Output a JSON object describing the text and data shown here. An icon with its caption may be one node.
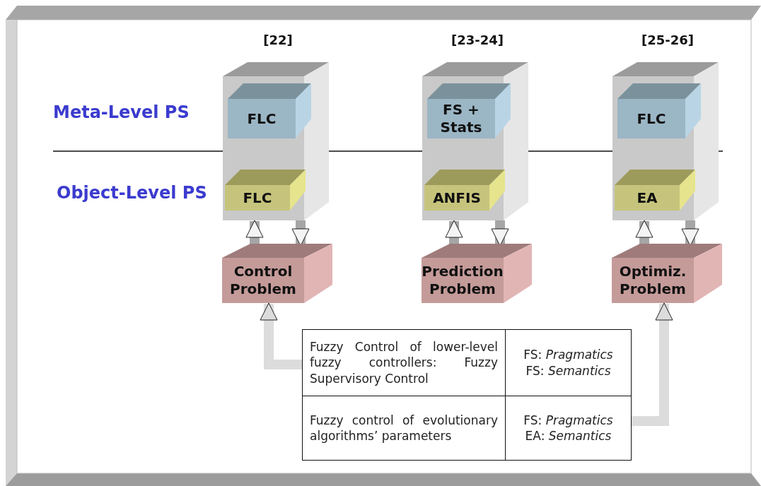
{
  "diagram": {
    "nodes": [
      {
        "text": [],
        "shape": "box",
        "beside": [
          "[22]"
        ]
      },
      {
        "text": [
          "FLC"
        ],
        "in": 0
      },
      {
        "text": [
          "FLC"
        ],
        "in": 0
      },
      {
        "text": [
          "Control Problem"
        ]
      },
      {
        "text": [],
        "shape": "box",
        "beside": [
          "[23-24]"
        ]
      },
      {
        "text": [
          "FS + Stats"
        ],
        "in": 4
      },
      {
        "text": [
          "ANFIS"
        ],
        "in": 4
      },
      {
        "text": [
          "Prediction Problem"
        ]
      },
      {
        "text": [],
        "shape": "box",
        "beside": [
          "[25-26]"
        ]
      },
      {
        "text": [
          "FLC"
        ],
        "in": 8
      },
      {
        "text": [
          "EA"
        ],
        "in": 8
      },
      {
        "text": [
          "Optimiz. Problem"
        ]
      },
      {
        "text": [
          "Fuzzy Control of lower-level fuzzy controllers: Fuzzy Supervisory Control"
        ]
      },
      {
        "text": [
          "FS: *Pragmatics*",
          "FS: *Semantics*"
        ]
      },
      {
        "text": [
          "Fuzzy control of evolutionary algorithms’ parameters"
        ]
      },
      {
        "text": [
          "FS: *Pragmatics*",
          "EA: *Semantics*"
        ]
      }
    ],
    "edges": [
      {
        "from": 3,
        "to": 0,
        "arrow": "to"
      },
      {
        "from": 0,
        "to": 3,
        "arrow": "to"
      },
      {
        "from": 7,
        "to": 4,
        "arrow": "to"
      },
      {
        "from": 4,
        "to": 7,
        "arrow": "to"
      },
      {
        "from": 11,
        "to": 8,
        "arrow": "to"
      },
      {
        "from": 8,
        "to": 11,
        "arrow": "to"
      },
      {
        "from": 12,
        "to": 3,
        "arrow": "to"
      },
      {
        "from": 15,
        "to": 11,
        "arrow": "to"
      }
    ],
    "labels": [
      "Meta-Level PS",
      "Object-Level PS"
    ]
  }
}
